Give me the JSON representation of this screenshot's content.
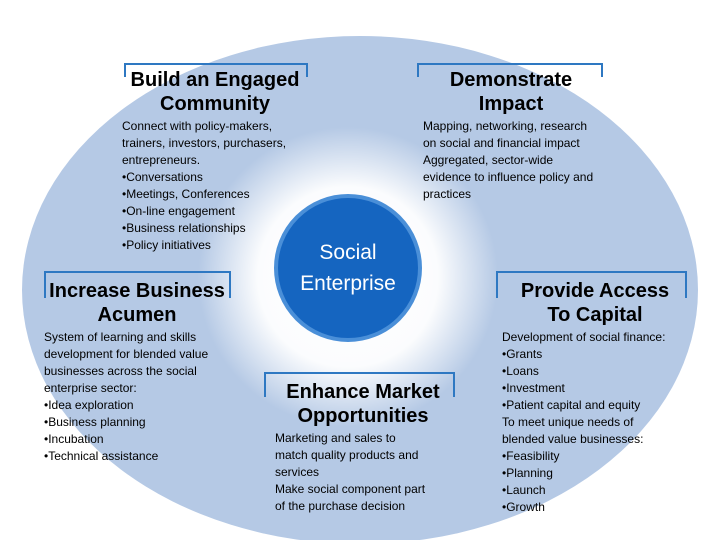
{
  "center": {
    "label": "Social\nEnterprise"
  },
  "sections": {
    "community": {
      "title": "Build an Engaged\nCommunity",
      "lines": [
        "Connect with policy-makers,",
        "trainers, investors, purchasers,",
        "entrepreneurs.",
        "•Conversations",
        "•Meetings, Conferences",
        "•On-line engagement",
        "•Business relationships",
        "•Policy initiatives"
      ]
    },
    "impact": {
      "title": "Demonstrate\nImpact",
      "lines": [
        "Mapping, networking, research",
        "on social and financial impact",
        "Aggregated, sector-wide",
        "evidence to influence policy and",
        "practices"
      ]
    },
    "acumen": {
      "title": "Increase Business\nAcumen",
      "lines": [
        "System of learning and skills",
        "development for blended value",
        "businesses across the social",
        "enterprise sector:",
        "•Idea exploration",
        "•Business planning",
        "•Incubation",
        "•Technical assistance"
      ]
    },
    "capital": {
      "title": "Provide Access\nTo Capital",
      "lines": [
        "Development of social finance:",
        "•Grants",
        "•Loans",
        "•Investment",
        "•Patient capital and equity",
        "To meet unique needs of",
        "blended value businesses:",
        "•Feasibility",
        "•Planning",
        "•Launch",
        "•Growth"
      ]
    },
    "market": {
      "title": "Enhance Market\nOpportunities",
      "lines": [
        "Marketing and sales to",
        "match quality products and",
        "services",
        "Make social component part",
        "of the purchase decision"
      ]
    }
  },
  "colors": {
    "ellipse": "#b5c9e5",
    "glow": "#ffffff",
    "circle": "#1565c0",
    "circle_border": "#4a8fd8",
    "bracket": "#2e78c2"
  }
}
